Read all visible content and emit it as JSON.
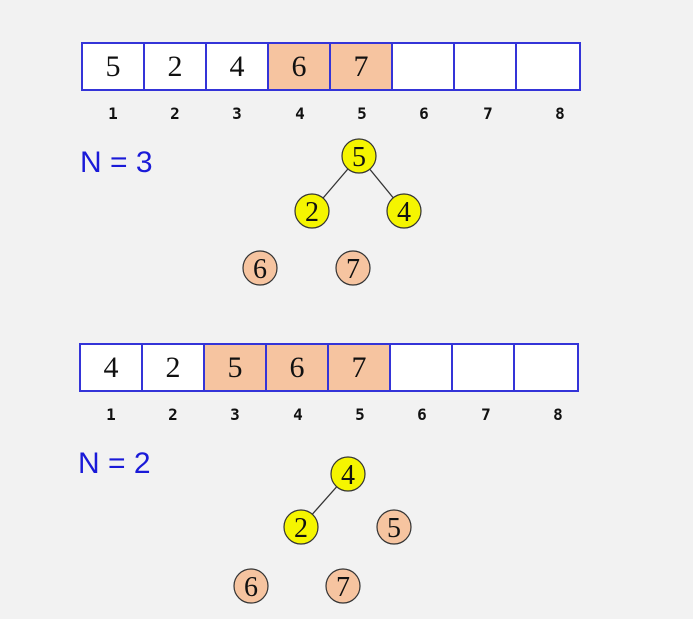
{
  "colors": {
    "border": "#3434d8",
    "sorted_fill": "#f6c4a0",
    "heap_fill": "#f5f500",
    "label": "#1a1ad8"
  },
  "panels": [
    {
      "label": "N = 3",
      "cells": [
        {
          "value": "5",
          "state": "heap"
        },
        {
          "value": "2",
          "state": "heap"
        },
        {
          "value": "4",
          "state": "heap"
        },
        {
          "value": "6",
          "state": "sorted"
        },
        {
          "value": "7",
          "state": "sorted"
        },
        {
          "value": "",
          "state": "empty"
        },
        {
          "value": "",
          "state": "empty"
        },
        {
          "value": "",
          "state": "empty"
        }
      ],
      "indices": [
        "1",
        "2",
        "3",
        "4",
        "5",
        "6",
        "7",
        "8"
      ],
      "nodes": [
        {
          "value": "5",
          "state": "heap"
        },
        {
          "value": "2",
          "state": "heap"
        },
        {
          "value": "4",
          "state": "heap"
        },
        {
          "value": "6",
          "state": "sorted"
        },
        {
          "value": "7",
          "state": "sorted"
        }
      ]
    },
    {
      "label": "N = 2",
      "cells": [
        {
          "value": "4",
          "state": "heap"
        },
        {
          "value": "2",
          "state": "heap"
        },
        {
          "value": "5",
          "state": "sorted"
        },
        {
          "value": "6",
          "state": "sorted"
        },
        {
          "value": "7",
          "state": "sorted"
        },
        {
          "value": "",
          "state": "empty"
        },
        {
          "value": "",
          "state": "empty"
        },
        {
          "value": "",
          "state": "empty"
        }
      ],
      "indices": [
        "1",
        "2",
        "3",
        "4",
        "5",
        "6",
        "7",
        "8"
      ],
      "nodes": [
        {
          "value": "4",
          "state": "heap"
        },
        {
          "value": "2",
          "state": "heap"
        },
        {
          "value": "5",
          "state": "sorted"
        },
        {
          "value": "6",
          "state": "sorted"
        },
        {
          "value": "7",
          "state": "sorted"
        }
      ]
    }
  ]
}
